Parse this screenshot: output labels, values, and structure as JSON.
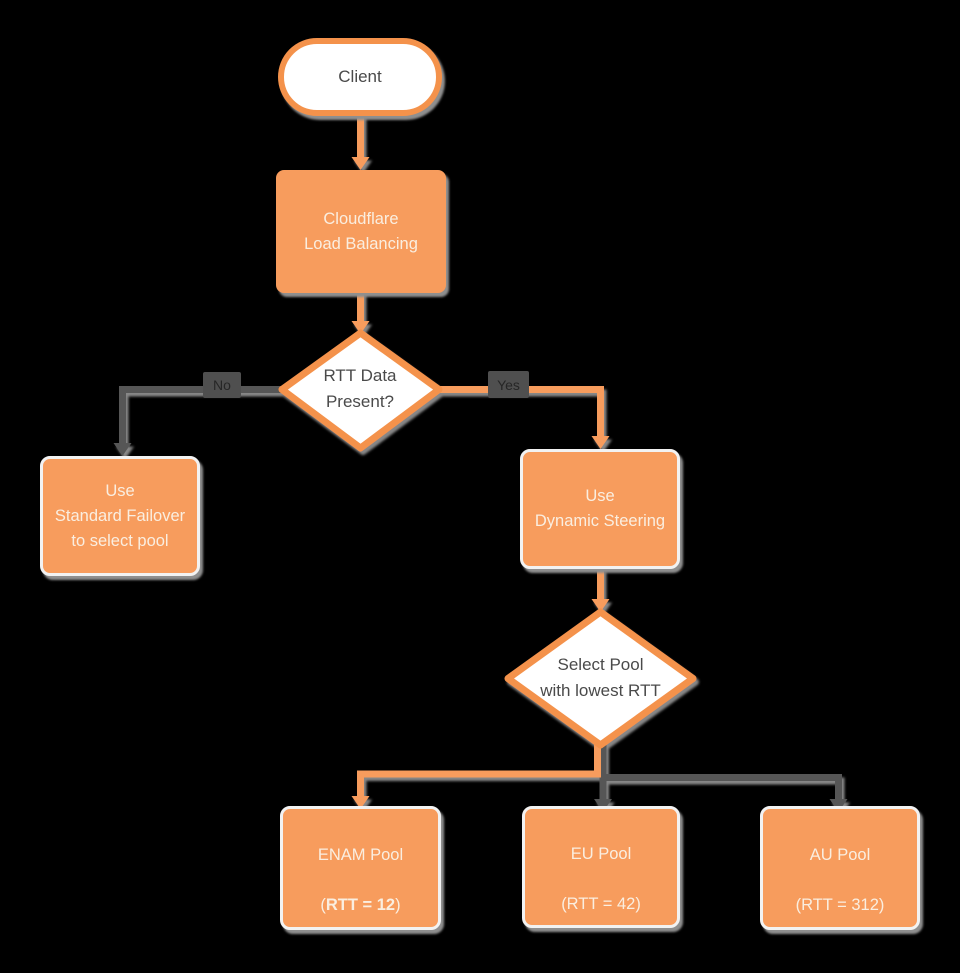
{
  "title": "Cloudflare Load Balancing flowchart",
  "colors": {
    "background": "#000000",
    "orange": "#F79C5D",
    "orange-stroke": "#F4924B",
    "gray-edge": "#575757",
    "shadow": "#8F8F8F",
    "white-fill": "#FFFFFF",
    "node-border": "#F2F2F2",
    "light-text": "#FAEEE0",
    "dark-text": "#4A4A4A",
    "label-bg": "#4F4F4F",
    "label-text": "#262626"
  },
  "nodes": {
    "client": {
      "label": "Client"
    },
    "load_balancer": {
      "label": "Cloudflare\nLoad Balancing"
    },
    "rtt_decision": {
      "label": "RTT Data\nPresent?"
    },
    "standard_failover": {
      "label": "Use\nStandard Failover\nto select pool"
    },
    "dynamic_steering": {
      "label": "Use\nDynamic Steering"
    },
    "select_pool": {
      "label": "Select Pool\nwith lowest RTT"
    },
    "enam_pool": {
      "title": "ENAM Pool",
      "rtt_open": "(",
      "rtt_value": "RTT = 12",
      "rtt_close": ")"
    },
    "eu_pool": {
      "title": "EU Pool",
      "rtt": "(RTT = 42)"
    },
    "au_pool": {
      "title": "AU Pool",
      "rtt": "(RTT = 312)"
    }
  },
  "edge_labels": {
    "no": "No",
    "yes": "Yes"
  }
}
